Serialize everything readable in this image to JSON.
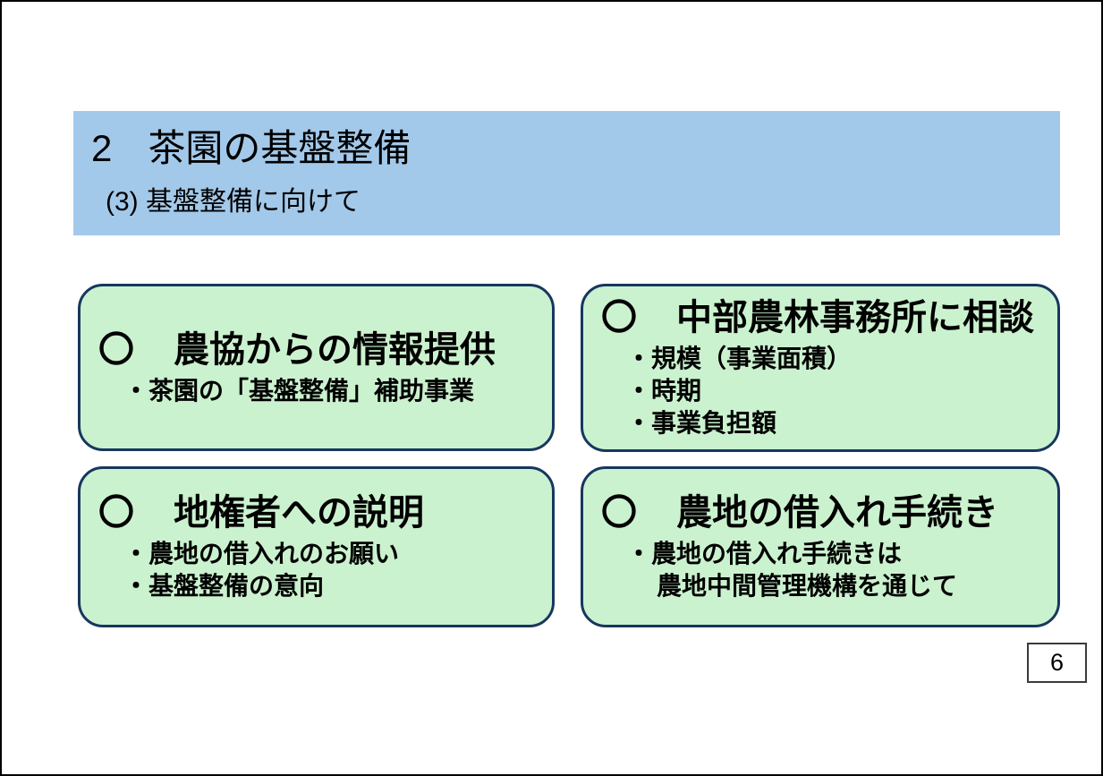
{
  "slide": {
    "header": {
      "section_number": "2",
      "title": "茶園の基盤整備",
      "subtitle": "(3) 基盤整備に向けて"
    },
    "boxes": [
      {
        "marker": "〇",
        "title": "農協からの情報提供",
        "bullets": [
          {
            "text": "・茶園の「基盤整備」補助事業"
          }
        ]
      },
      {
        "marker": "〇",
        "title": "中部農林事務所に相談",
        "bullets": [
          {
            "text": "・規模（事業面積）"
          },
          {
            "text": "・時期"
          },
          {
            "text": "・事業負担額"
          }
        ]
      },
      {
        "marker": "〇",
        "title": "地権者への説明",
        "bullets": [
          {
            "text": "・農地の借入れのお願い"
          },
          {
            "text": "・基盤整備の意向"
          }
        ]
      },
      {
        "marker": "〇",
        "title": "農地の借入れ手続き",
        "bullets": [
          {
            "text": "・農地の借入れ手続きは"
          },
          {
            "text": "農地中間管理機構を通じて",
            "continuation": true
          }
        ]
      }
    ],
    "page_number": "6",
    "colors": {
      "band": "#A3C9EA",
      "box_fill": "#CBF2CF",
      "box_border": "#17375E"
    }
  }
}
